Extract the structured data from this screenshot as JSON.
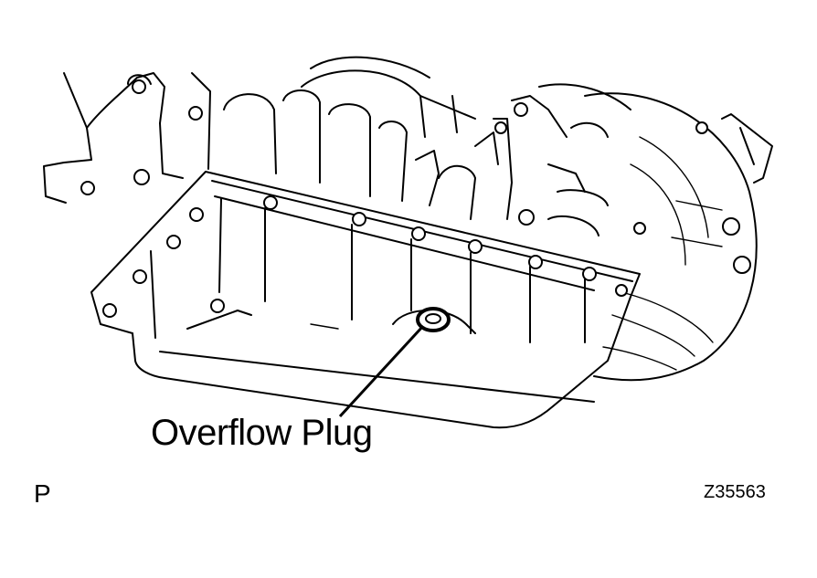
{
  "diagram": {
    "callout_label": "Overflow Plug",
    "view_letter": "P",
    "figure_id": "Z35563",
    "line_color": "#000000",
    "background_color": "#ffffff"
  }
}
